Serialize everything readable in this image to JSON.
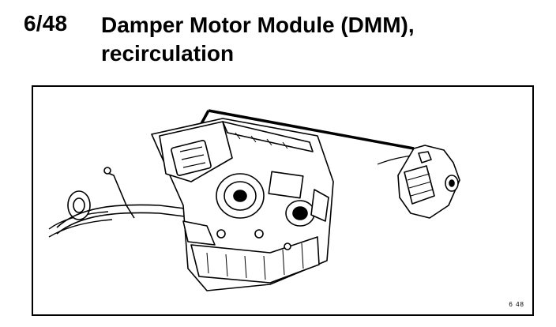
{
  "header": {
    "ref_number": "6/48",
    "title_line1": "Damper Motor Module (DMM),",
    "title_line2": "recirculation"
  },
  "figure": {
    "code": "6 48",
    "icons": [
      "hvac-unit-drawing",
      "damper-motor-drawing",
      "leader-line"
    ]
  }
}
